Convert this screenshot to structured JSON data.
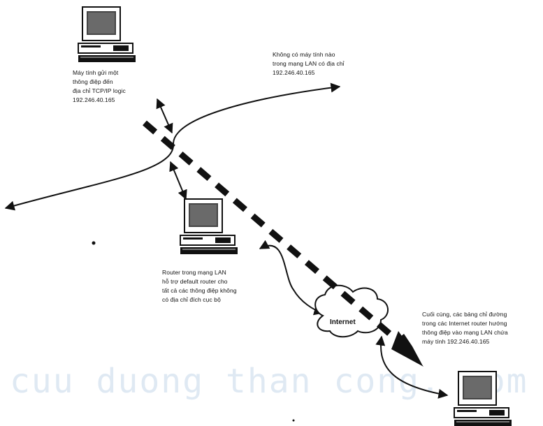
{
  "labels": {
    "sender": "Máy tính gửi một\nthông điệp đến\nđịa chỉ TCP/IP logic\n192.246.40.165",
    "no_machine": "Không có máy tính nào\ntrong mạng LAN có địa chỉ\n192.246.40.165",
    "router": "Router trong mạng LAN\nhỗ trợ default router cho\ntất cả các thông điệp không\ncó địa chỉ đích cục bộ",
    "final": "Cuối cùng, các bảng chỉ đường\ntrong các Internet router hướng\nthông điệp vào mạng LAN chứa\nmáy tính 192.246.40.165",
    "cloud": "Internet"
  },
  "watermark": "cuu duong than cong. com",
  "colors": {
    "ink": "#111111",
    "watermark": "#dfe9f3"
  },
  "icons": [
    "computer-icon",
    "cloud-icon"
  ]
}
